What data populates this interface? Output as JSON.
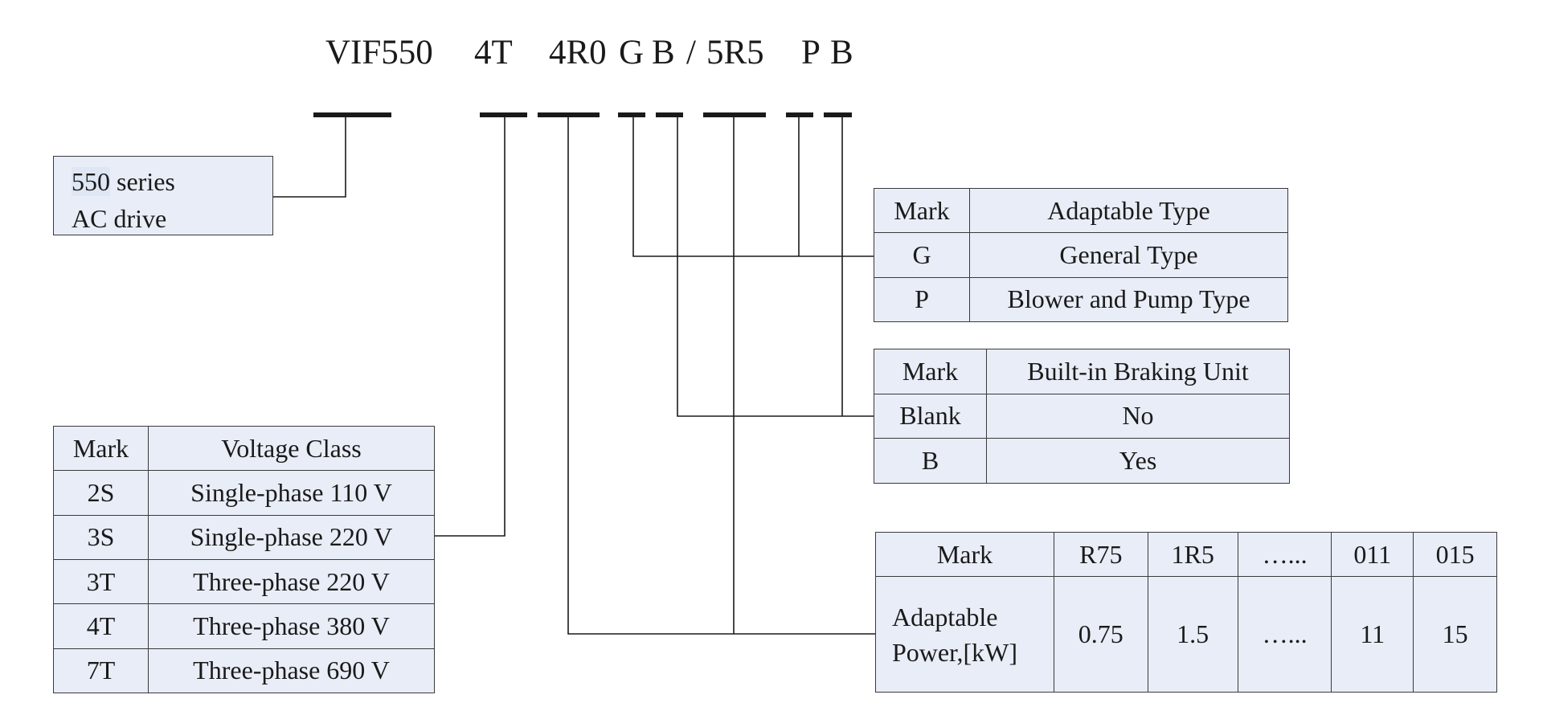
{
  "model_code": {
    "series": "VIF550",
    "voltage": "4T",
    "power": "4R0",
    "type1": "G",
    "brake1": "B",
    "slash": "/",
    "power2": "5R5",
    "type2": "P",
    "brake2": "B"
  },
  "series_box": {
    "number": "550",
    "line1_rest": " series",
    "line2": "AC drive"
  },
  "voltage_table": {
    "headers": [
      "Mark",
      "Voltage Class"
    ],
    "rows": [
      [
        "2S",
        "Single-phase 110 V"
      ],
      [
        "3S",
        "Single-phase 220 V"
      ],
      [
        "3T",
        "Three-phase 220 V"
      ],
      [
        "4T",
        "Three-phase 380 V"
      ],
      [
        "7T",
        "Three-phase 690 V"
      ]
    ]
  },
  "type_table": {
    "headers": [
      "Mark",
      "Adaptable Type"
    ],
    "rows": [
      [
        "G",
        "General Type"
      ],
      [
        "P",
        "Blower and Pump Type"
      ]
    ]
  },
  "brake_table": {
    "headers": [
      "Mark",
      "Built-in Braking Unit"
    ],
    "rows": [
      [
        "Blank",
        "No"
      ],
      [
        "B",
        "Yes"
      ]
    ]
  },
  "power_table": {
    "header_label": "Mark",
    "marks": [
      "R75",
      "1R5",
      "…...",
      "011",
      "015"
    ],
    "row_label_line1": "Adaptable",
    "row_label_line2": "Power,[kW]",
    "values": [
      "0.75",
      "1.5",
      "…...",
      "11",
      "15"
    ]
  }
}
